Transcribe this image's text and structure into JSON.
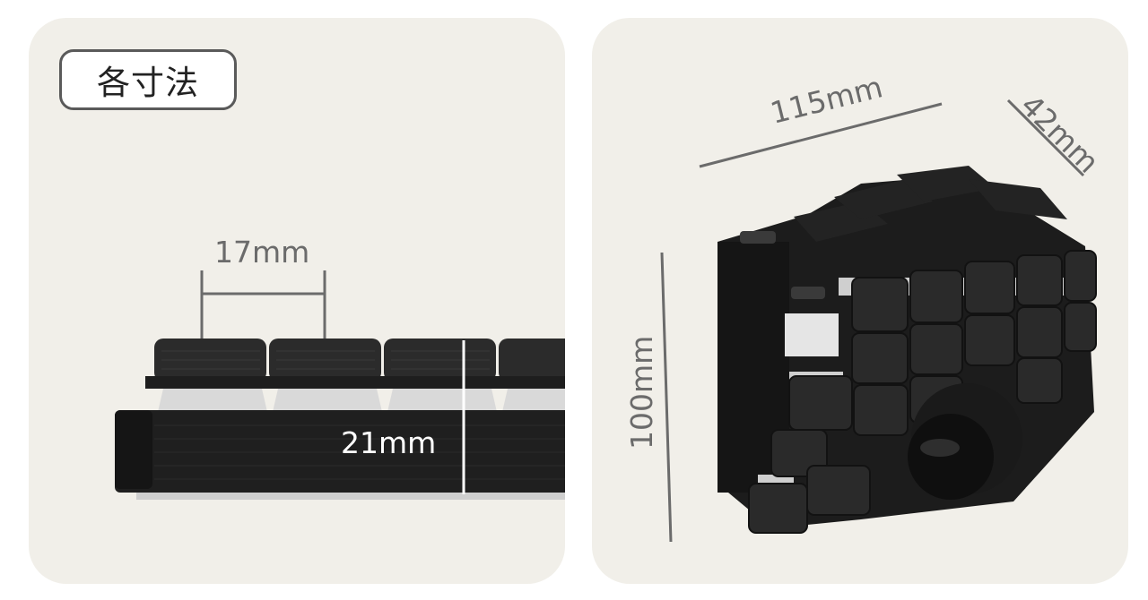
{
  "left_panel": {
    "title": "各寸法",
    "dim_keycap_width": "17mm",
    "dim_height": "21mm"
  },
  "right_panel": {
    "dim_width": "115mm",
    "dim_depth": "42mm",
    "dim_tall": "100mm"
  },
  "colors": {
    "panel_bg": "#f1efe9",
    "keycap": "#2a2a2a",
    "switch_housing": "#d8d8d8",
    "dimension_line": "#6b6b6b"
  }
}
